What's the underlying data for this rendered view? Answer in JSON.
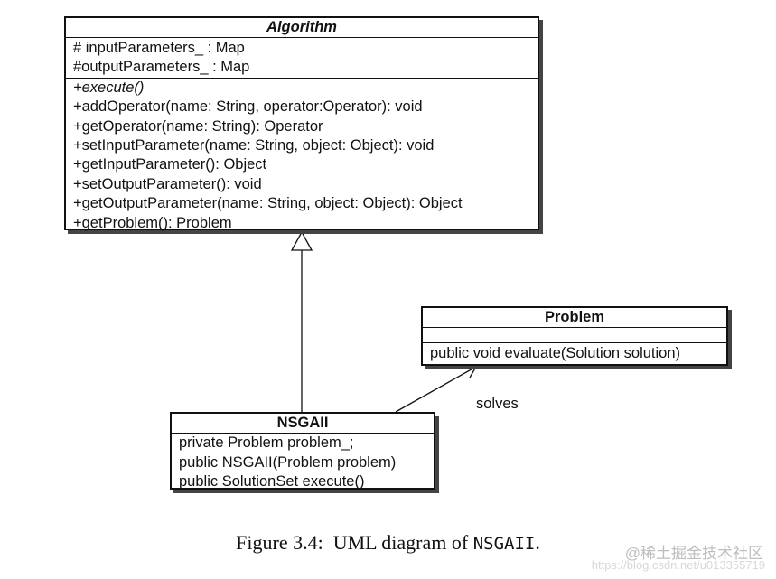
{
  "algorithm": {
    "name": "Algorithm",
    "attributes": [
      "# inputParameters_ : Map",
      "#outputParameters_ : Map"
    ],
    "abstract_method": "+execute()",
    "methods": [
      "+addOperator(name: String, operator:Operator): void",
      "+getOperator(name: String): Operator",
      "+setInputParameter(name: String, object: Object): void",
      "+getInputParameter(): Object",
      "+setOutputParameter(): void",
      "+getOutputParameter(name: String, object: Object): Object",
      "+getProblem(): Problem"
    ]
  },
  "problem": {
    "name": "Problem",
    "methods": [
      "public void evaluate(Solution solution)"
    ]
  },
  "nsgaii": {
    "name": "NSGAII",
    "attributes": [
      "private Problem  problem_;"
    ],
    "methods": [
      "public NSGAII(Problem problem)",
      "public SolutionSet execute()"
    ]
  },
  "association_label": "solves",
  "caption": {
    "prefix": "Figure 3.4:  UML diagram of ",
    "code": "NSGAII",
    "suffix": "."
  },
  "watermark": {
    "text": "@稀土掘金技术社区",
    "url": "https://blog.csdn.net/u013355719"
  }
}
